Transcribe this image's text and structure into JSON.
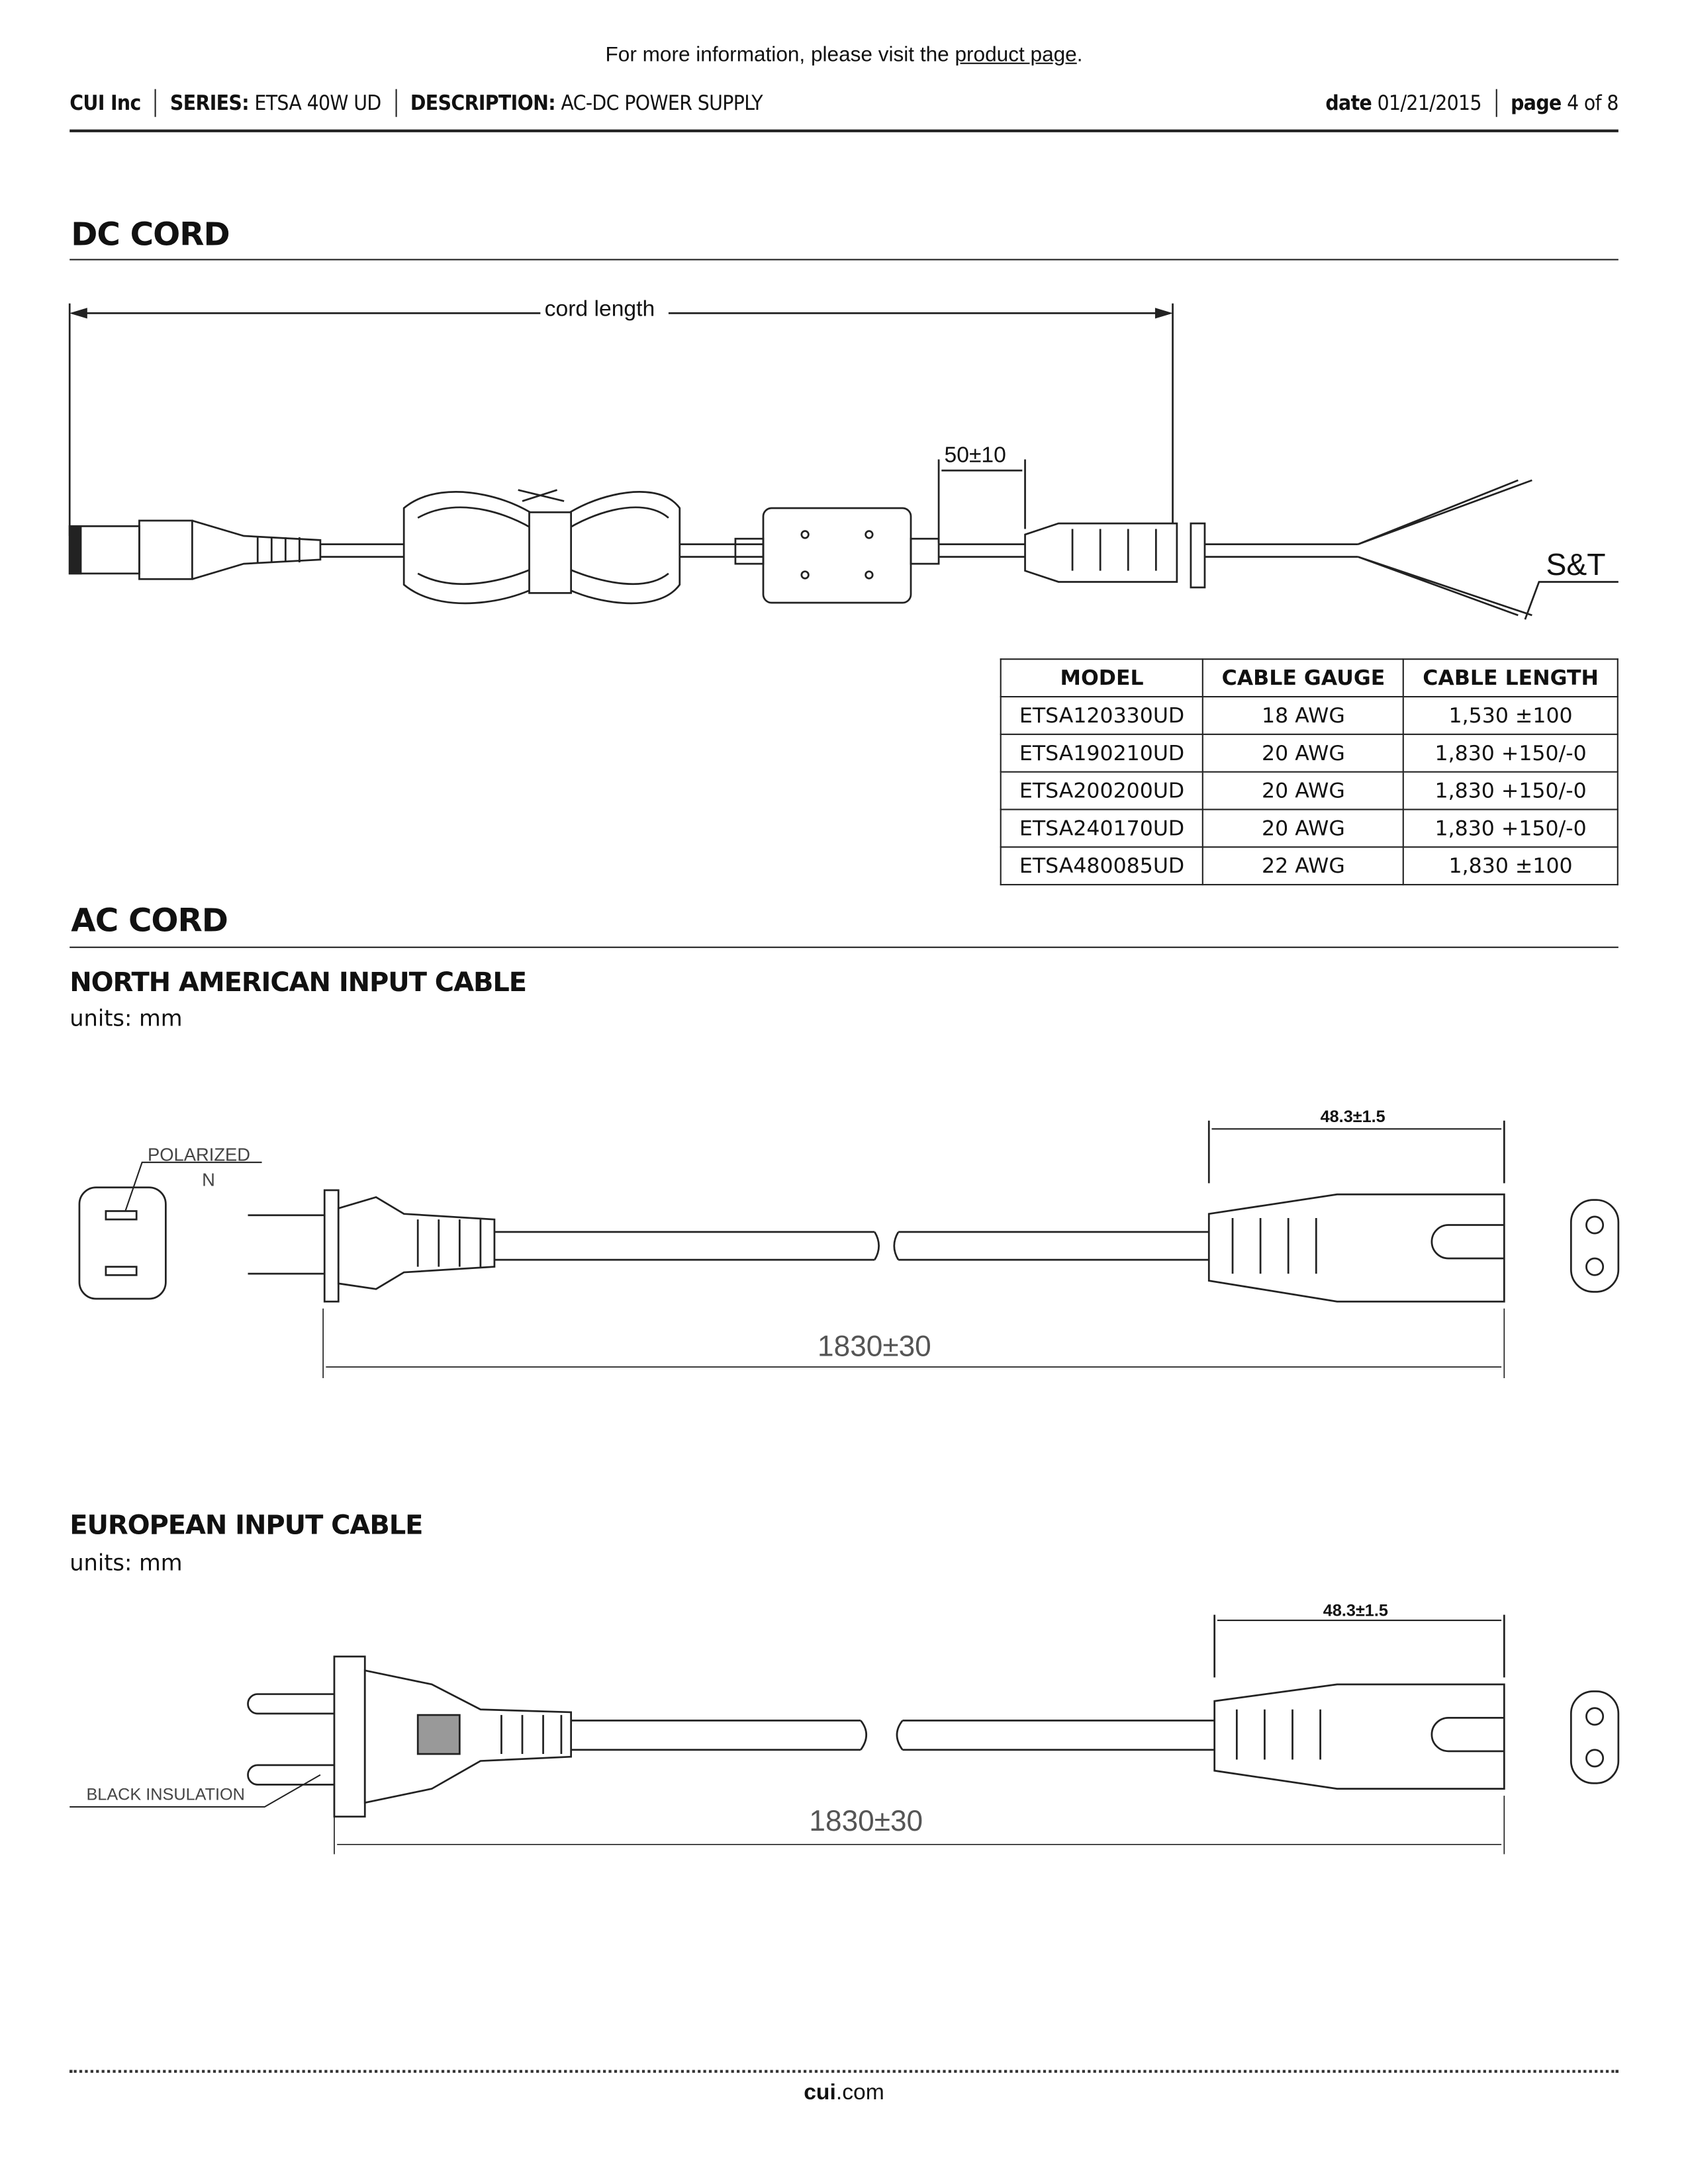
{
  "top_note": {
    "text": "For more information, please visit the ",
    "link": "product page",
    "end": "."
  },
  "header": {
    "company": "CUI Inc",
    "series_label": "SERIES:",
    "series": "ETSA 40W UD",
    "description_label": "DESCRIPTION:",
    "description": "AC-DC POWER SUPPLY",
    "date_label": "date",
    "date": "01/21/2015",
    "page_label": "page",
    "page": "4 of 8"
  },
  "dc_cord": {
    "title": "DC CORD",
    "cord_length_label": "cord length",
    "dim_50": "50±10",
    "st_label": "S&T",
    "table": {
      "headers": [
        "MODEL",
        "CABLE GAUGE",
        "CABLE LENGTH"
      ],
      "rows": [
        [
          "ETSA120330UD",
          "18 AWG",
          "1,530 ±100"
        ],
        [
          "ETSA190210UD",
          "20 AWG",
          "1,830 +150/-0"
        ],
        [
          "ETSA200200UD",
          "20 AWG",
          "1,830 +150/-0"
        ],
        [
          "ETSA240170UD",
          "20 AWG",
          "1,830 +150/-0"
        ],
        [
          "ETSA480085UD",
          "22 AWG",
          "1,830 ±100"
        ]
      ]
    }
  },
  "ac_cord": {
    "title": "AC CORD",
    "north_american": {
      "title": "NORTH AMERICAN INPUT CABLE",
      "units": "units: mm",
      "polarized": "POLARIZED",
      "n": "N",
      "connector_dim": "48.3±1.5",
      "length": "1830±30"
    },
    "european": {
      "title": "EUROPEAN INPUT CABLE",
      "units": "units: mm",
      "insulation": "BLACK  INSULATION",
      "connector_dim": "48.3±1.5",
      "length": "1830±30"
    }
  },
  "footer": {
    "bold": "cui",
    "rest": ".com"
  }
}
